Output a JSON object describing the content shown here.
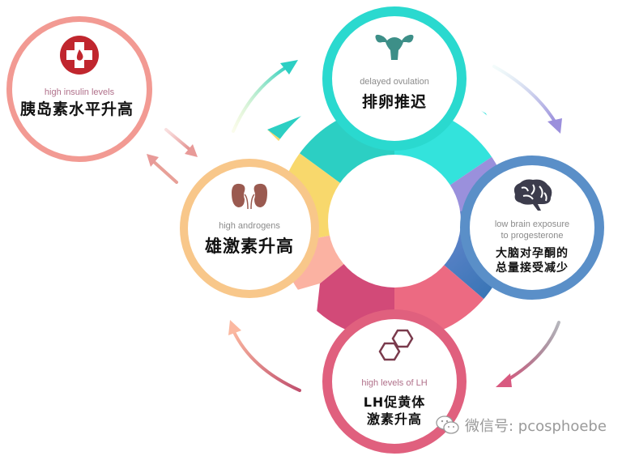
{
  "diagram": {
    "type": "cycle",
    "center": {
      "label": ""
    },
    "nodes": [
      {
        "id": "insulin",
        "en": "high insulin levels",
        "zh": "胰岛素水平升高",
        "icon": "medical-cross-blood-drop-icon",
        "ring_color": "#f29a93",
        "icon_color": "#c0262e"
      },
      {
        "id": "ovulation",
        "en": "delayed ovulation",
        "zh": "排卵推迟",
        "icon": "uterus-icon",
        "ring_color": "#2ad9cf",
        "icon_color": "#3d8f88"
      },
      {
        "id": "brain",
        "en_line1": "low brain exposure",
        "en_line2": "to progesterone",
        "zh_line1": "大脑对孕酮的",
        "zh_line2": "总量接受减少",
        "icon": "brain-icon",
        "ring_color": "#5a8fc8",
        "icon_color": "#3c3c4c"
      },
      {
        "id": "lh",
        "en": "high levels of LH",
        "zh_line1": "LH促黄体",
        "zh_line2": "激素升高",
        "icon": "hexagon-molecule-icon",
        "ring_color": "#e0607e",
        "icon_color": "#7a3a4c"
      },
      {
        "id": "androgens",
        "en": "high androgens",
        "zh": "雄激素升高",
        "icon": "kidneys-icon",
        "ring_color": "#f8c78a",
        "icon_color": "#9a5a50"
      }
    ],
    "ring_segments": [
      {
        "name": "teal",
        "color": "#2ccfc3"
      },
      {
        "name": "cyan",
        "color": "#33e3dc"
      },
      {
        "name": "lavender",
        "color": "#9a90dc"
      },
      {
        "name": "blue",
        "color": "#2f7ab8"
      },
      {
        "name": "pink",
        "color": "#ec6a82"
      },
      {
        "name": "magenta",
        "color": "#d24a78"
      },
      {
        "name": "peach",
        "color": "#fbb2a2"
      },
      {
        "name": "yellow",
        "color": "#f8d86c"
      }
    ],
    "arrows": [
      {
        "from": "androgens",
        "to": "ovulation",
        "color": "#4fd0b8"
      },
      {
        "from": "ovulation",
        "to": "brain",
        "color": "#9b8fdc"
      },
      {
        "from": "brain",
        "to": "lh",
        "color": "#d85a80"
      },
      {
        "from": "lh",
        "to": "androgens",
        "color": "#f4a894"
      },
      {
        "from": "insulin",
        "to": "androgens",
        "color": "#e89a98"
      },
      {
        "from": "androgens",
        "to": "insulin",
        "color": "#e89a98"
      }
    ]
  },
  "watermark": {
    "icon": "wechat-icon",
    "text": "微信号: pcosphoebe"
  }
}
